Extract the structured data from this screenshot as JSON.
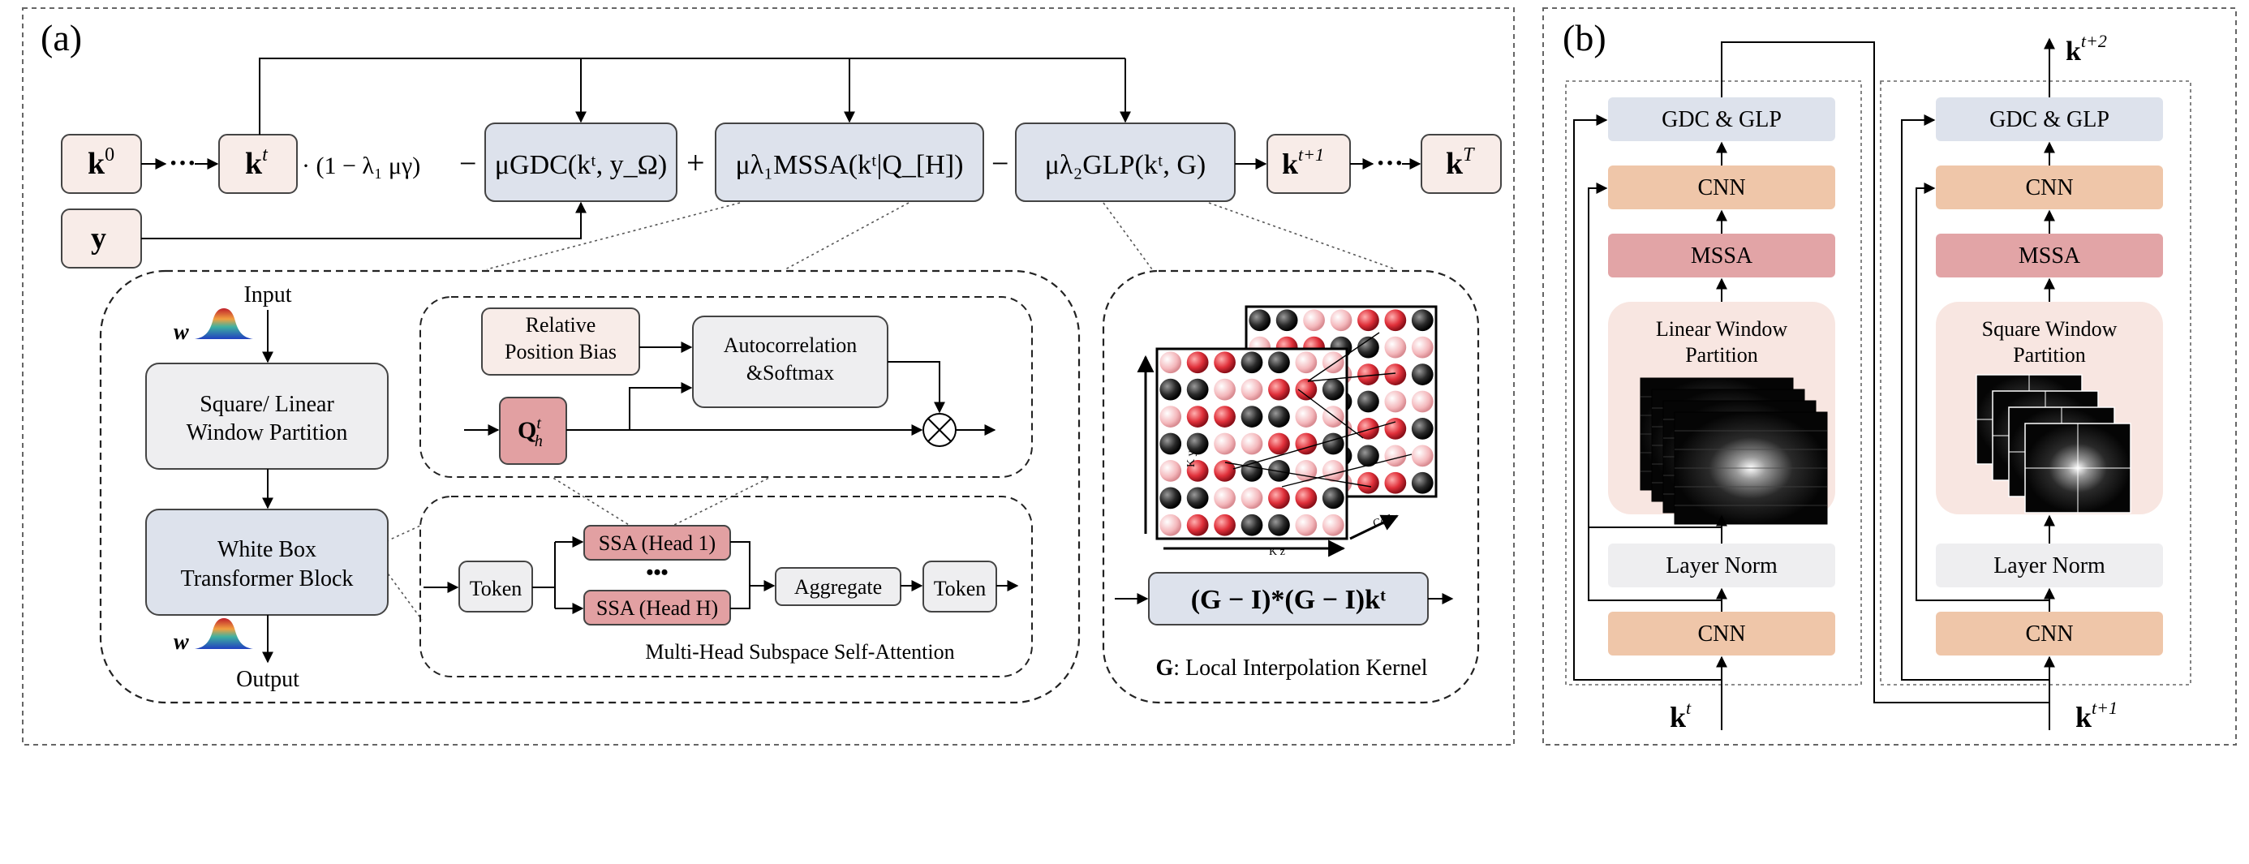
{
  "panel_a": {
    "label": "(a)",
    "eq": {
      "k0": "k",
      "k0_sup": "0",
      "dots": "···",
      "kt": "k",
      "kt_sup": "t",
      "factor": "· (1 − λ₁ μγ)",
      "minus1": "−",
      "gdc": "μGDC(kᵗ, y_Ω)",
      "plus": "+",
      "mssa": "μλ₁MSSA(kᵗ|Q_[H])",
      "minus2": "−",
      "glp": "μλ₂GLP(kᵗ, G)",
      "kt1": "k",
      "kt1_sup": "t+1",
      "kT": "k",
      "kT_sup": "T",
      "y": "y"
    },
    "block": {
      "input": "Input",
      "output": "Output",
      "w": "w",
      "partition_l1": "Square/ Linear",
      "partition_l2": "Window Partition",
      "wb_l1": "White Box",
      "wb_l2": "Transformer Block"
    },
    "attn": {
      "rpb_l1": "Relative",
      "rpb_l2": "Position Bias",
      "auto_l1": "Autocorrelation",
      "auto_l2": "&Softmax",
      "q": "Q",
      "q_sup": "t",
      "q_sub": "h"
    },
    "mh": {
      "token_in": "Token",
      "head1": "SSA (Head 1)",
      "dots": "•••",
      "headH": "SSA (Head H)",
      "aggregate": "Aggregate",
      "token_out": "Token",
      "caption": "Multi-Head Subspace Self-Attention"
    },
    "kernel": {
      "ky": "K y",
      "kz": "K z",
      "coil": "Coil",
      "formula": "(G − I)*(G − I)kᵗ",
      "caption_g": "G",
      "caption": ": Local Interpolation Kernel"
    }
  },
  "panel_b": {
    "label": "(b)",
    "left": {
      "gdc": "GDC & GLP",
      "cnn_top": "CNN",
      "mssa": "MSSA",
      "part_l1": "Linear Window",
      "part_l2": "Partition",
      "ln": "Layer Norm",
      "cnn_bot": "CNN",
      "input": "k",
      "input_sup": "t"
    },
    "right": {
      "gdc": "GDC & GLP",
      "cnn_top": "CNN",
      "mssa": "MSSA",
      "part_l1": "Square Window",
      "part_l2": "Partition",
      "ln": "Layer Norm",
      "cnn_bot": "CNN",
      "input": "k",
      "input_sup": "t+1"
    },
    "top_out": "k",
    "top_out_sup": "t+2"
  },
  "colors": {
    "pink_box": "#f8ece8",
    "blue_box": "#dde2ec",
    "gray_box": "#eeeef0",
    "orange_box": "#efc6a9",
    "rose_box": "#e2a4a6",
    "red_box": "#e2a0a2",
    "part_bg": "#f8e6e1",
    "dash": "#444444"
  }
}
